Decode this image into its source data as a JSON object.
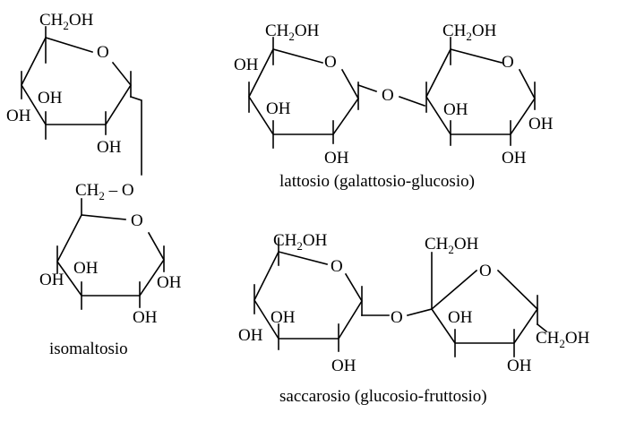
{
  "labels": {
    "ch2oh": "CH",
    "ch2oh_sub": "2",
    "ch2oh_tail": "OH",
    "oh": "OH",
    "o": "O",
    "ch2_dash": "CH",
    "ch2_dash_sub": "2",
    "ch2_dash_tail": " – O",
    "ch2_end": "CH",
    "ch2_end_sub": "2",
    "ch2_end_tail": "OH"
  },
  "captions": {
    "isomaltose": "isomaltosio",
    "lactose": "lattosio (galattosio-glucosio)",
    "sucrose": "saccarosio (glucosio-fruttosio)"
  }
}
